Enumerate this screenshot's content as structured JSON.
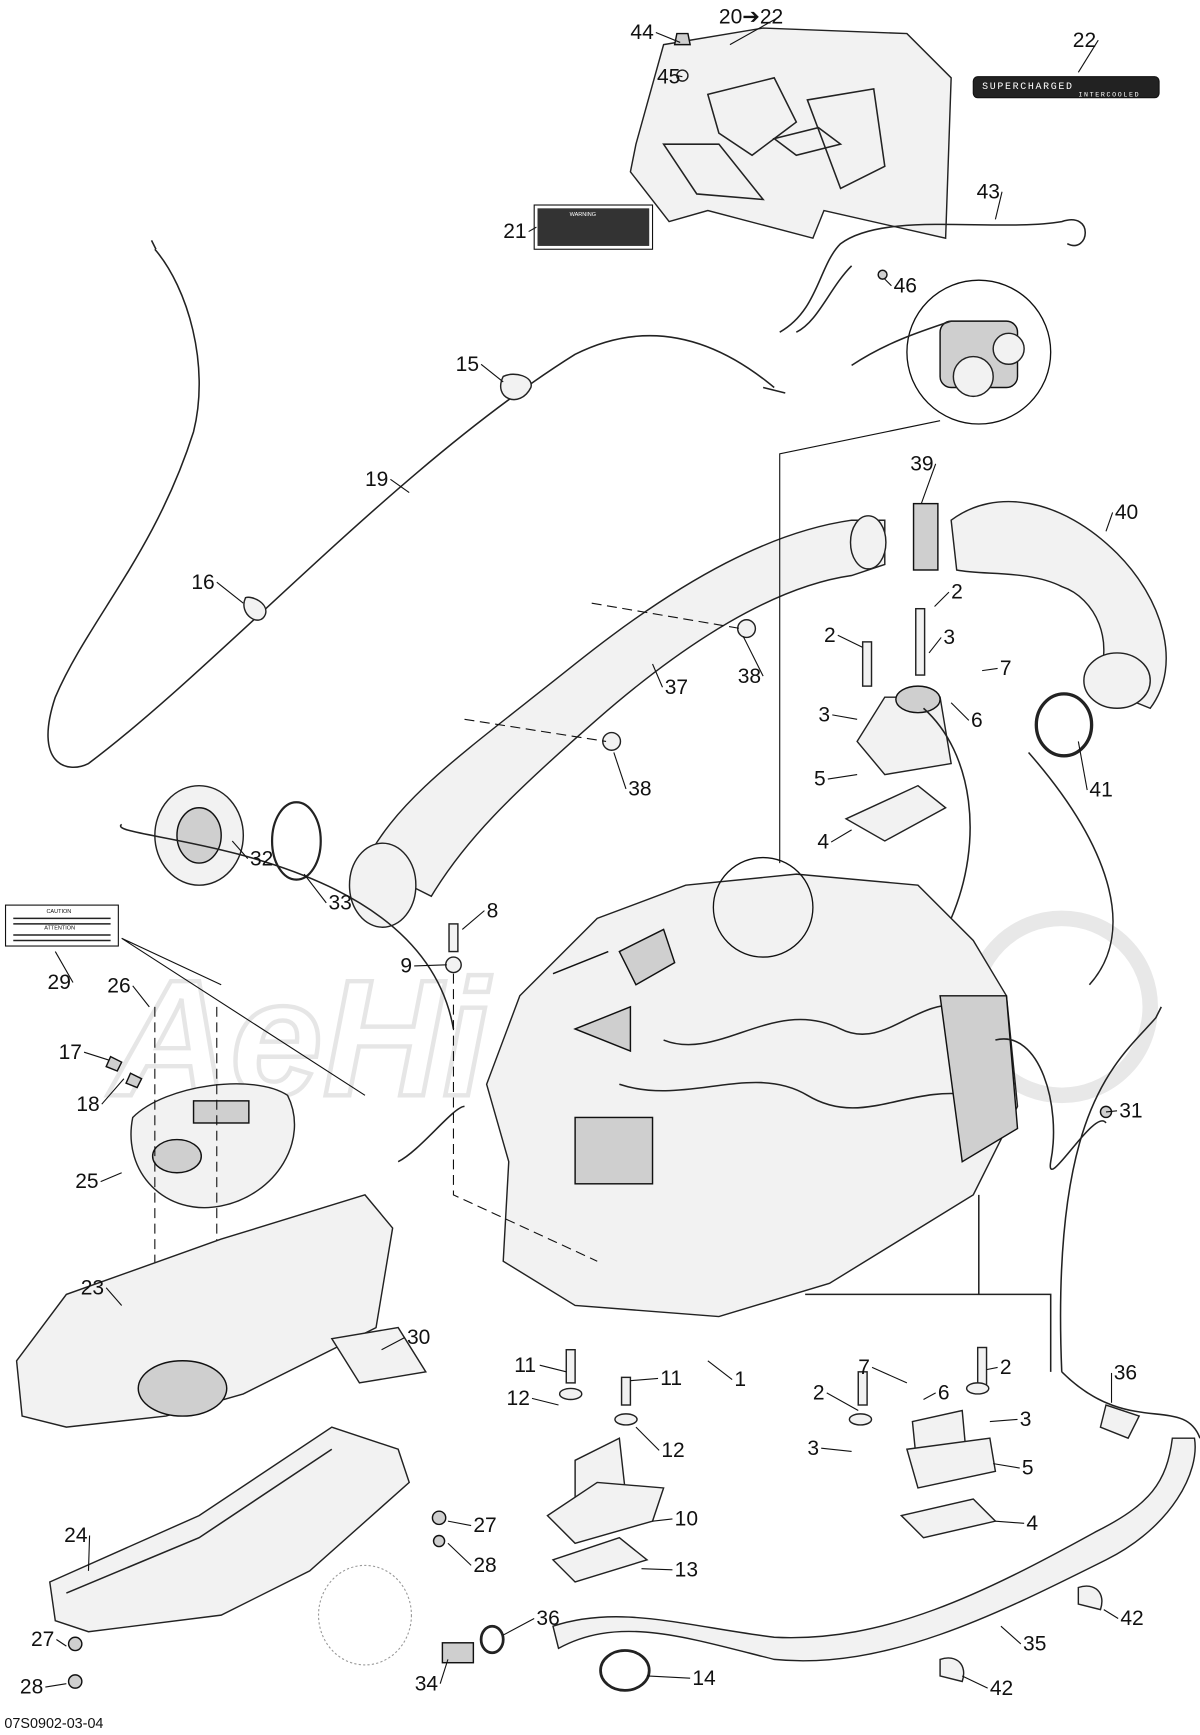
{
  "diagram": {
    "drawing_code": "07S0902-03-04",
    "watermark": "AeHi",
    "badge_22": {
      "line1": "SUPERCHARGED",
      "line2": "INTERCOOLED"
    },
    "label_29": {
      "heading": "CAUTION",
      "heading2": "ATTENTION"
    },
    "label_21": {
      "heading": "WARNING"
    },
    "callouts": [
      {
        "label": "44"
      },
      {
        "label": "20➔22"
      },
      {
        "label": "22"
      },
      {
        "label": "45"
      },
      {
        "label": "21"
      },
      {
        "label": "43"
      },
      {
        "label": "46"
      },
      {
        "label": "15"
      },
      {
        "label": "19"
      },
      {
        "label": "39"
      },
      {
        "label": "40"
      },
      {
        "label": "16"
      },
      {
        "label": "2"
      },
      {
        "label": "2"
      },
      {
        "label": "3"
      },
      {
        "label": "7"
      },
      {
        "label": "38"
      },
      {
        "label": "37"
      },
      {
        "label": "3"
      },
      {
        "label": "6"
      },
      {
        "label": "5"
      },
      {
        "label": "38"
      },
      {
        "label": "41"
      },
      {
        "label": "4"
      },
      {
        "label": "32"
      },
      {
        "label": "33"
      },
      {
        "label": "8"
      },
      {
        "label": "29"
      },
      {
        "label": "9"
      },
      {
        "label": "26"
      },
      {
        "label": "17"
      },
      {
        "label": "18"
      },
      {
        "label": "31"
      },
      {
        "label": "25"
      },
      {
        "label": "23"
      },
      {
        "label": "30"
      },
      {
        "label": "11"
      },
      {
        "label": "2"
      },
      {
        "label": "7"
      },
      {
        "label": "1"
      },
      {
        "label": "2"
      },
      {
        "label": "6"
      },
      {
        "label": "11"
      },
      {
        "label": "12"
      },
      {
        "label": "3"
      },
      {
        "label": "36"
      },
      {
        "label": "3"
      },
      {
        "label": "12"
      },
      {
        "label": "5"
      },
      {
        "label": "10"
      },
      {
        "label": "4"
      },
      {
        "label": "27"
      },
      {
        "label": "24"
      },
      {
        "label": "13"
      },
      {
        "label": "28"
      },
      {
        "label": "36"
      },
      {
        "label": "42"
      },
      {
        "label": "35"
      },
      {
        "label": "27"
      },
      {
        "label": "14"
      },
      {
        "label": "34"
      },
      {
        "label": "42"
      },
      {
        "label": "28"
      }
    ]
  }
}
